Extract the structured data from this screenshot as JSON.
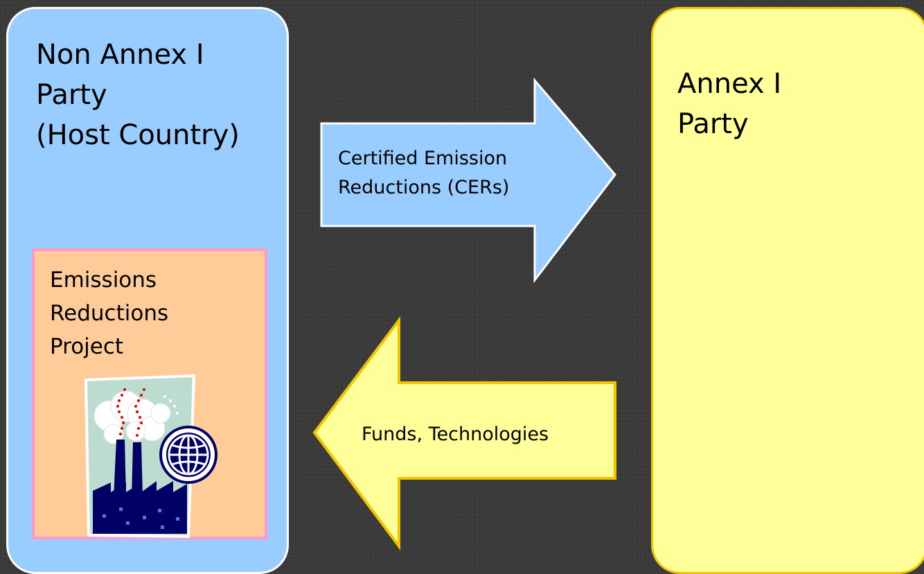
{
  "left_party": {
    "title_lines": [
      "Non Annex I",
      "Party",
      "(Host Country)"
    ]
  },
  "project": {
    "label_lines": [
      "Emissions",
      "Reductions",
      "Project"
    ],
    "icon": "factory-globe-icon"
  },
  "right_party": {
    "title_lines": [
      "Annex I",
      "Party"
    ]
  },
  "arrows": {
    "to_annex": {
      "label_lines": [
        "Certified Emission",
        "Reductions (CERs)"
      ]
    },
    "to_host": {
      "label": "Funds, Technologies"
    }
  },
  "colors": {
    "background": "#3a3a3a",
    "host_fill": "#99ccff",
    "annex_fill": "#ffff99",
    "annex_border": "#f2c400",
    "project_fill": "#ffcc99",
    "project_border": "#ff99cc"
  }
}
